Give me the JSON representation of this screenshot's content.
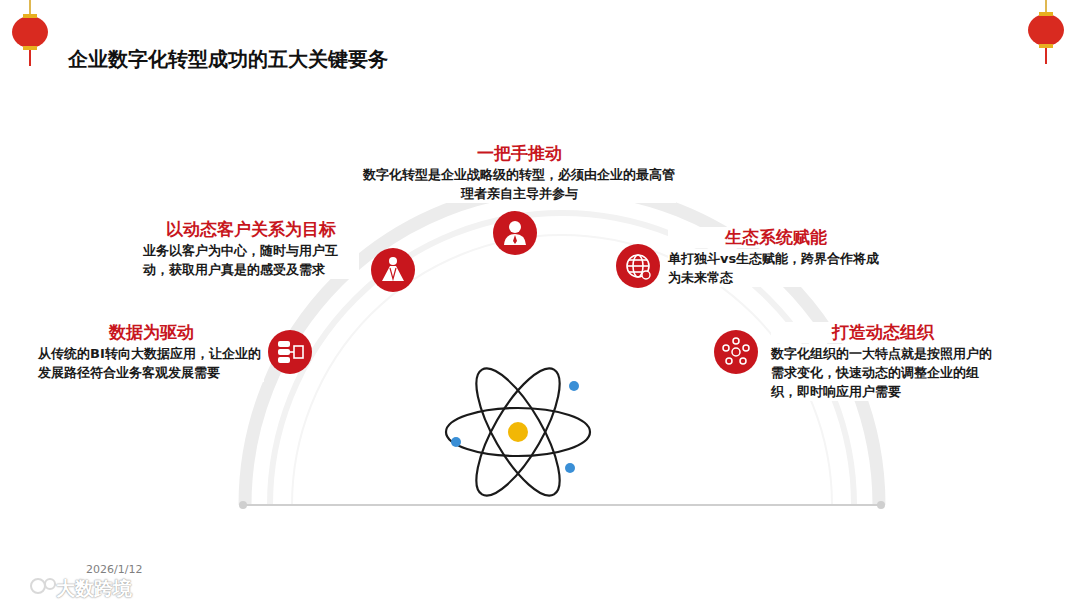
{
  "diagram": {
    "title": "企业数字化转型成功的五大关键要务",
    "nodes": [
      {
        "text": [
          "数据为驱动",
          "从传统的BI转向大数据应用，让企业的发展路径符合业务客观发展需要"
        ]
      },
      {
        "text": [
          "以动态客户关系为目标",
          "业务以客户为中心，随时与用户互动，获取用户真是的感受及需求"
        ]
      },
      {
        "text": [
          "一把手推动",
          "数字化转型是企业战略级的转型，必须由企业的最高管理者亲自主导并参与"
        ]
      },
      {
        "text": [
          "生态系统赋能",
          "单打独斗vs生态赋能，跨界合作将成为未来常态"
        ]
      },
      {
        "text": [
          "打造动态组织",
          "数字化组织的一大特点就是按照用户的需求变化，快速动态的调整企业的组织，即时响应用户需要"
        ]
      }
    ],
    "edges": [],
    "labels": [
      "2026/1/12",
      "大数跨境"
    ]
  }
}
